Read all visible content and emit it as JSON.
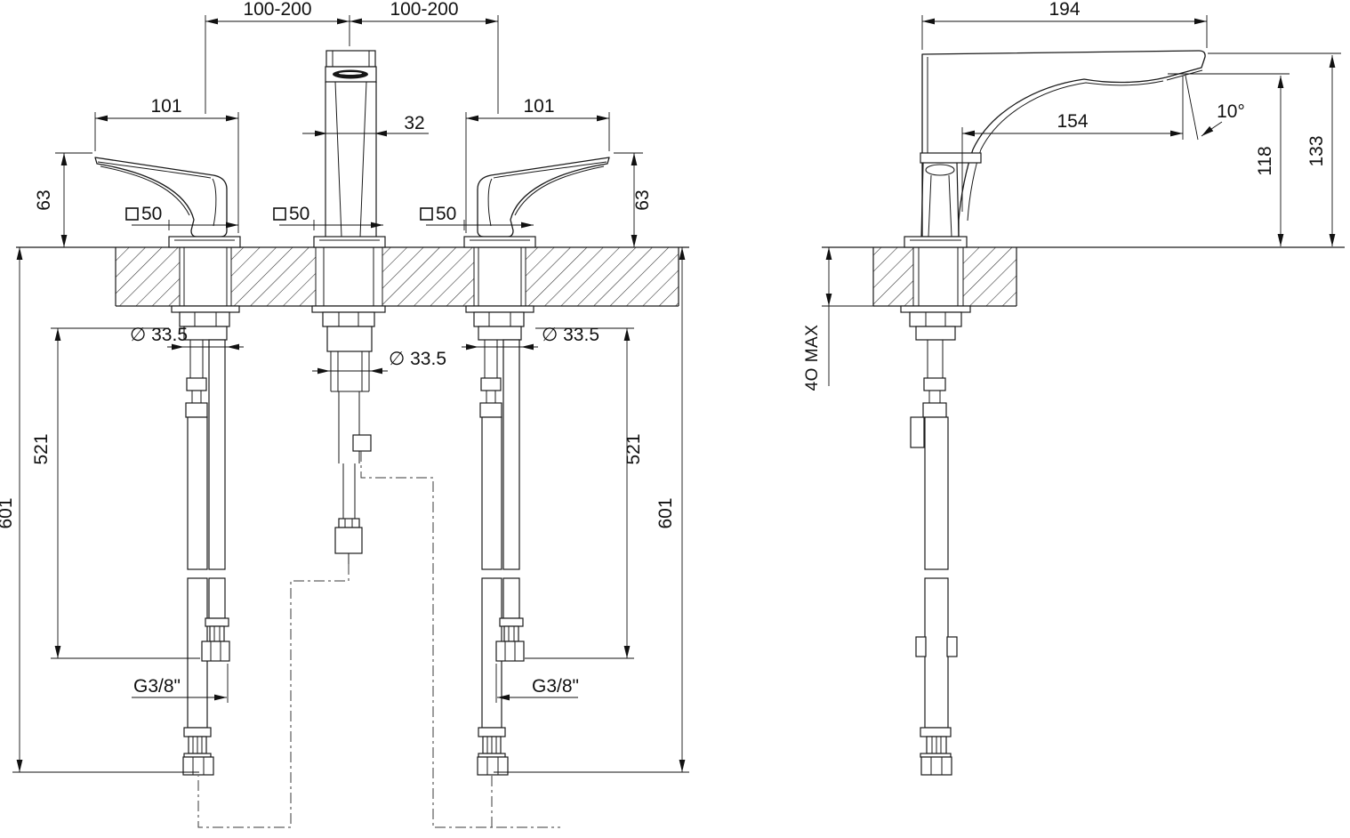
{
  "colors": {
    "line": "#1a1a1a",
    "text": "#111111",
    "background": "#ffffff"
  },
  "front_view": {
    "dims": {
      "spacing_left": "100-200",
      "spacing_right": "100-200",
      "handle_len_left": "101",
      "handle_len_right": "101",
      "spout_width": "32",
      "handle_height_left": "63",
      "handle_height_right": "63",
      "square_left": "50",
      "square_center": "50",
      "square_right": "50",
      "dia_left": "∅ 33.5",
      "dia_center": "∅ 33.5",
      "dia_right": "∅ 33.5",
      "hose_length_left": "521",
      "hose_length_right": "521",
      "overall_length_left": "601",
      "overall_length_right": "601",
      "thread_left": "G3/8\"",
      "thread_right": "G3/8\""
    }
  },
  "side_view": {
    "dims": {
      "spout_projection": "194",
      "spout_reach": "154",
      "stream_angle": "10°",
      "outlet_height": "118",
      "overall_height": "133",
      "deck_thickness_max": "4O MAX"
    }
  }
}
